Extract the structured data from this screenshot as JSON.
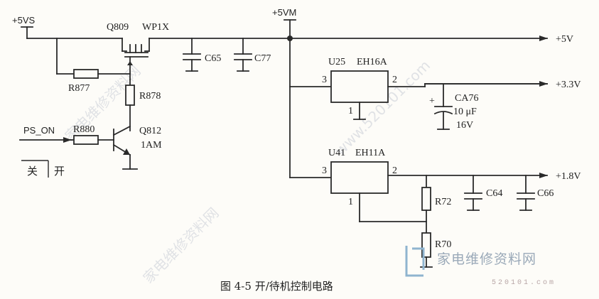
{
  "nodes": {
    "vs5": "+5VS",
    "vm5": "+5VM",
    "out_5v": "+5V",
    "out_3v3": "+3.3V",
    "out_1v8": "+1.8V",
    "ps_on": "PS_ON"
  },
  "components": {
    "q809": "Q809",
    "q809_type": "WP1X",
    "r877": "R877",
    "r878": "R878",
    "r880": "R880",
    "q812": "Q812",
    "q812_type": "1AM",
    "c65": "C65",
    "c77": "C77",
    "u25": "U25",
    "u25_type": "EH16A",
    "u25_pin_in": "3",
    "u25_pin_out": "2",
    "u25_pin_gnd": "1",
    "ca76": "CA76",
    "ca76_value": "10 μF",
    "ca76_voltage": "16V",
    "ca76_polarity": "+",
    "u41": "U41",
    "u41_type": "EH11A",
    "u41_pin_in": "3",
    "u41_pin_out": "2",
    "u41_pin_adj": "1",
    "r72": "R72",
    "r70": "R70",
    "c64": "C64",
    "c66": "C66"
  },
  "switch_label": {
    "off": "关",
    "on": "开"
  },
  "caption": "图 4-5   开/待机控制电路",
  "watermark": {
    "brand": "家电维修资料网",
    "url": "520101.com",
    "diag_1": "家电维修资料网",
    "diag_2": "www.520101.com"
  },
  "colors": {
    "ink": "#2a2a2a",
    "watermark_blue": "#9aa9b8",
    "background": "#fdfcf8"
  }
}
